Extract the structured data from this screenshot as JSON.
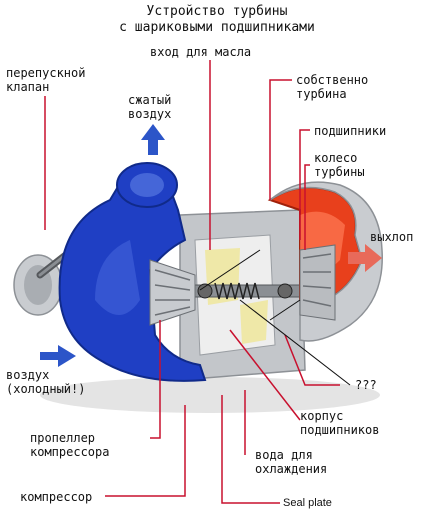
{
  "title": {
    "line1": "Устройство турбины",
    "line2": "с шариковыми подшипниками"
  },
  "labels": {
    "bypass_valve": [
      "перепускной",
      "клапан"
    ],
    "compressed_air": [
      "сжатый",
      "воздух"
    ],
    "oil_inlet": "вход для масла",
    "turbine_proper": [
      "собственно",
      "турбина"
    ],
    "bearings": "подшипники",
    "turbine_wheel": [
      "колесо",
      "турбины"
    ],
    "exhaust": "выхлоп",
    "cold_air": [
      "воздух",
      "(холодный!)"
    ],
    "unknown": "???",
    "bearing_housing": [
      "корпус",
      "подшипников"
    ],
    "compressor_impeller": [
      "пропеллер",
      "компрессора"
    ],
    "cooling_water": [
      "вода для",
      "охлаждения"
    ],
    "compressor": "компрессор",
    "seal_plate": "Seal plate"
  },
  "colors": {
    "compressor_housing": "#1f3fc4",
    "turbine_housing": "#e8401c",
    "arrow": "#2c55c8",
    "exhaust_arrow": "#e86a5a",
    "leader_line": "#c8102e",
    "metal": "#b8bcc0",
    "bearing_insert": "#efe8a8"
  }
}
